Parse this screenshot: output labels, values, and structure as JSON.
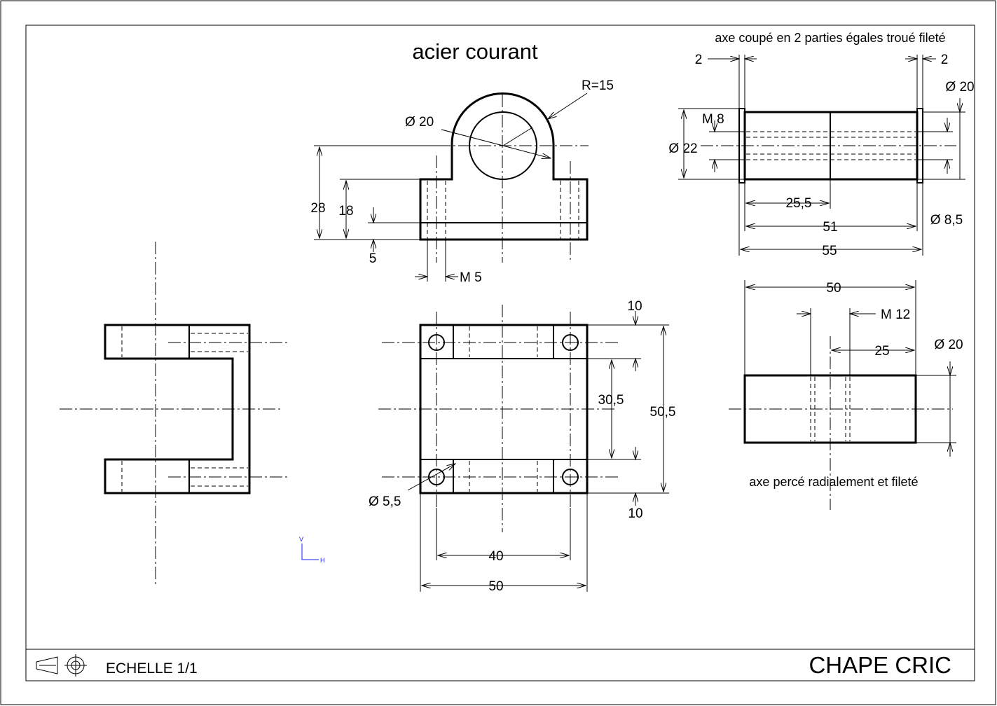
{
  "material": "acier courant",
  "title": "CHAPE CRIC",
  "scale": "ECHELLE 1/1",
  "notes": {
    "axe_top": "axe coupé en 2 parties égales troué fileté",
    "axe_bottom": "axe percé radialement et fileté"
  },
  "axis_indicator": {
    "v": "V",
    "h": "H"
  },
  "dims": {
    "r15": "R=15",
    "d20_boss": "Ø 20",
    "h28": "28",
    "h18": "18",
    "h5": "5",
    "m5": "M 5",
    "top10": "10",
    "w30_5": "30,5",
    "w50_5": "50,5",
    "bot10": "10",
    "d5_5": "Ø 5,5",
    "w40": "40",
    "w50": "50",
    "axe_2l": "2",
    "axe_2r": "2",
    "axe_d20": "Ø 20",
    "axe_m8": "M 8",
    "axe_d22": "Ø 22",
    "axe_d8_5": "Ø 8,5",
    "axe_25_5": "25,5",
    "axe_51": "51",
    "axe_55": "55",
    "axe2_50": "50",
    "axe2_m12": "M 12",
    "axe2_25": "25",
    "axe2_d20": "Ø 20"
  },
  "colors": {
    "line": "#000000",
    "axis_indicator": "#1a1aff"
  }
}
